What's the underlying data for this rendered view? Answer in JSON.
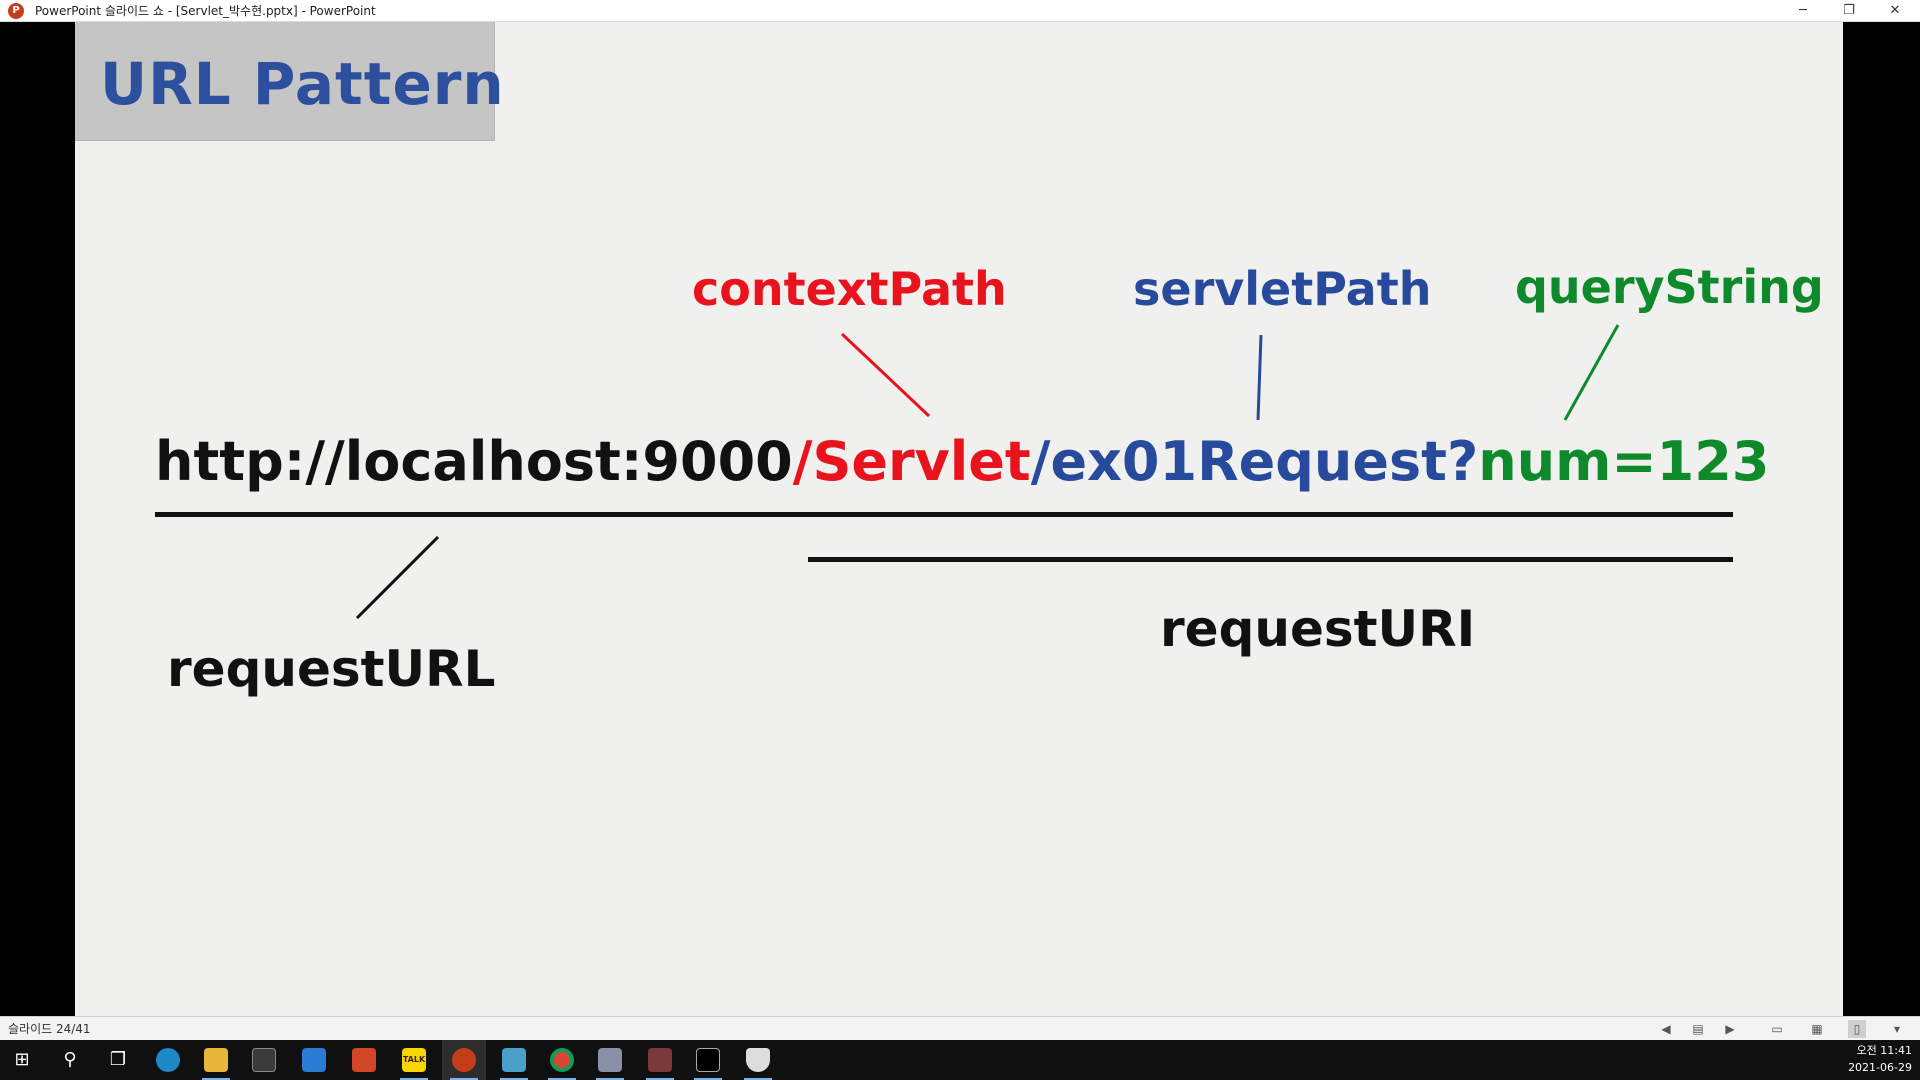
{
  "window": {
    "title": "PowerPoint 슬라이드 쇼 - [Servlet_박수현.pptx] - PowerPoint",
    "app_icon": "P",
    "controls": {
      "minimize": "─",
      "maximize": "❐",
      "close": "✕"
    }
  },
  "slide": {
    "title": "URL Pattern",
    "labels": {
      "context_path": "contextPath",
      "servlet_path": "servletPath",
      "query_string": "queryString",
      "request_url": "requestURL",
      "request_uri": "requestURI"
    },
    "url": {
      "base": "http://localhost:9000",
      "context": "/Servlet",
      "servlet": "/ex01Request?",
      "query": "num=123"
    },
    "colors": {
      "title": "#2c4f9e",
      "context": "#e8131c",
      "servlet": "#274a9d",
      "query": "#0e8a2b",
      "text": "#111111",
      "background": "#f0f0ef"
    }
  },
  "statusbar": {
    "slide_counter": "슬라이드 24/41"
  },
  "taskbar": {
    "clock_time": "오전 11:41",
    "clock_date": "2021-06-29",
    "kakao_label": "TALK"
  }
}
